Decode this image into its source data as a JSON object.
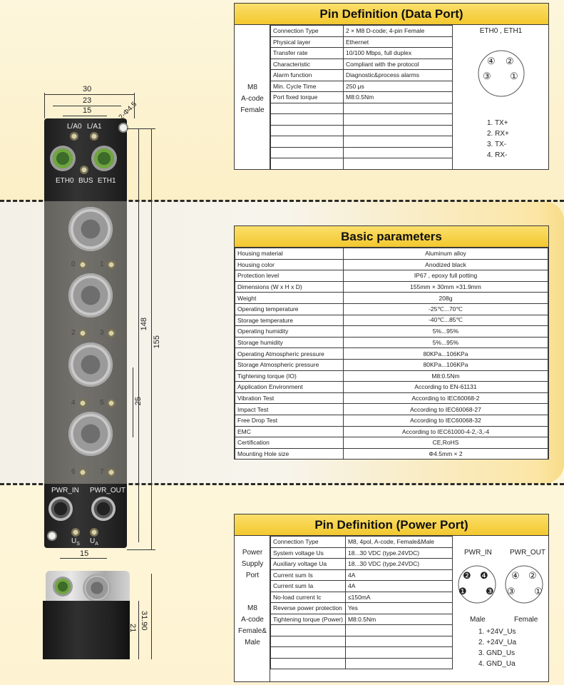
{
  "data_port": {
    "title": "Pin Definition (Data Port)",
    "group_label": [
      "M8",
      "A-code",
      "Female"
    ],
    "rows": [
      [
        "Connection Type",
        "2 × M8 D-code; 4-pin Female"
      ],
      [
        "Physical layer",
        "Ethernet"
      ],
      [
        "Transfer rate",
        "10/100 Mbps, full duplex"
      ],
      [
        "Characteristic",
        "Compliant with the protocol"
      ],
      [
        "Alarm function",
        "Diagnostic&process alarms"
      ],
      [
        "Min. Cycle Time",
        "250 μs"
      ],
      [
        "Port fixed torque",
        "M8:0.5Nm"
      ],
      [
        "",
        ""
      ],
      [
        "",
        ""
      ],
      [
        "",
        ""
      ],
      [
        "",
        ""
      ],
      [
        "",
        ""
      ],
      [
        "",
        ""
      ]
    ],
    "diagram_title": "ETH0 , ETH1",
    "pin_numbers": [
      "④",
      "②",
      "③",
      "①"
    ],
    "pins": [
      "1. TX+",
      "2. RX+",
      "3. TX-",
      "4. RX-"
    ]
  },
  "basic": {
    "title": "Basic parameters",
    "rows": [
      [
        "Housing material",
        "Aluminum alloy"
      ],
      [
        "Housing color",
        "Anodized black"
      ],
      [
        "Protection level",
        "IP67 , epoxy full potting"
      ],
      [
        "Dimensions (W x H x D)",
        "155mm × 30mm ×31.9mm"
      ],
      [
        "Weight",
        "208g"
      ],
      [
        "Operating temperature",
        "-25℃...70℃"
      ],
      [
        "Storage temperature",
        "-40℃...85℃"
      ],
      [
        "Operating humidity",
        "5%...95%"
      ],
      [
        "Storage humidity",
        "5%...95%"
      ],
      [
        "Operating Atmospheric pressure",
        "80KPa...106KPa"
      ],
      [
        "Storage Atmospheric pressure",
        "80KPa...106KPa"
      ],
      [
        "Tightening torque (IO)",
        "M8:0.5Nm"
      ],
      [
        "Application Environment",
        "According to EN-61131"
      ],
      [
        "Vibration Test",
        "According to IEC60068-2"
      ],
      [
        "Impact Test",
        "According to IEC60068-27"
      ],
      [
        "Free Drop Test",
        "According to IEC60068-32"
      ],
      [
        "EMC",
        "According to IEC61000-4-2,-3,-4"
      ],
      [
        "Certification",
        "CE,RoHS"
      ],
      [
        "Mounting Hole size",
        "Φ4.5mm × 2"
      ]
    ]
  },
  "power_port": {
    "title": "Pin Definition (Power Port)",
    "group_label_1": [
      "Power",
      "Supply",
      "Port"
    ],
    "group_label_2": [
      "M8",
      "A-code",
      "Female&",
      "Male"
    ],
    "rows": [
      [
        "Connection Type",
        "M8, 4pol, A-code, Female&Male"
      ],
      [
        "System voltage Us",
        "18...30 VDC  (type.24VDC)"
      ],
      [
        "Auxiliary voltage Ua",
        "18...30 VDC  (type.24VDC)"
      ],
      [
        "Current sum Is",
        "4A"
      ],
      [
        "Current sum Ia",
        "4A"
      ],
      [
        "No-load current Ic",
        "≤150mA"
      ],
      [
        "Reverse power protection",
        "Yes"
      ],
      [
        "Tightening torque (Power)",
        "M8:0.5Nm"
      ],
      [
        "",
        ""
      ],
      [
        "",
        ""
      ],
      [
        "",
        ""
      ],
      [
        "",
        ""
      ]
    ],
    "pwr_in_label": "PWR_IN",
    "pwr_out_label": "PWR_OUT",
    "male_label": "Male",
    "female_label": "Female",
    "male_pins": [
      "❷",
      "❹",
      "❶",
      "❸"
    ],
    "female_pins": [
      "④",
      "②",
      "③",
      "①"
    ],
    "pins": [
      "1. +24V_Us",
      "2. +24V_Ua",
      "3. GND_Us",
      "4. GND_Ua"
    ]
  },
  "device": {
    "dims": {
      "width": "30",
      "inner_width": "23",
      "spacing": "15",
      "hole": "2-Φ4.5",
      "height": "155",
      "inner_height": "148",
      "pitch": "25",
      "bottom_spacing": "15",
      "depth": "31.90",
      "depth_body": "21"
    },
    "labels": {
      "l_a0": "L/A0",
      "l_a1": "L/A1",
      "eth0": "ETH0",
      "bus": "BUS",
      "eth1": "ETH1",
      "pwr_in": "PWR_IN",
      "pwr_out": "PWR_OUT",
      "us": "U",
      "us_sub": "S",
      "ua": "U",
      "ua_sub": "A"
    },
    "io_numbers": [
      "0",
      "1",
      "2",
      "3",
      "4",
      "5",
      "6",
      "7"
    ]
  }
}
